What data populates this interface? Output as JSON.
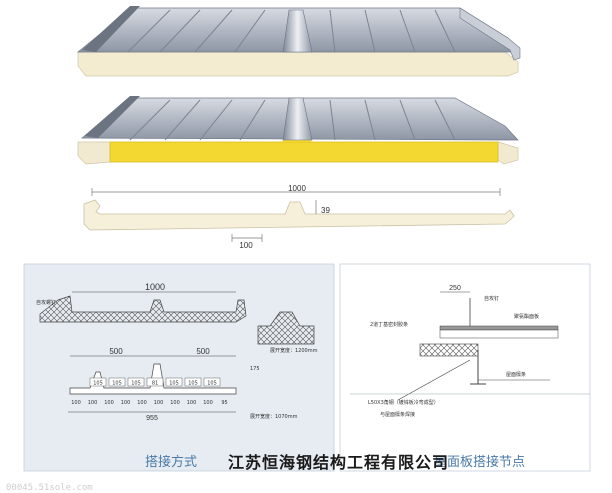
{
  "panel_views": {
    "top_panel": {
      "skin_color": "#a9b0bd",
      "core_color": "#f3ecd0"
    },
    "middle_panel": {
      "skin_color": "#a9b0bd",
      "core_color": "#f4d832",
      "edge_color": "#f1ead0"
    },
    "profile": {
      "width_label": "1000",
      "rib_height_label": "39",
      "pitch_label": "100"
    }
  },
  "left_drawing": {
    "overall_label": "1000",
    "tag_top_left": "自攻螺钉",
    "width_a": "500",
    "width_b": "500",
    "note_top": "展开宽度：1200mm",
    "side_label": "175",
    "rib_spacings": [
      "105",
      "105",
      "105",
      "81",
      "105",
      "105",
      "105"
    ],
    "bottom_spacings": [
      "100",
      "100",
      "100",
      "100",
      "100",
      "100",
      "100",
      "100",
      "100",
      "95"
    ],
    "total_label": "955",
    "note_bottom": "展开宽度：1070mm",
    "caption": "搭接方式"
  },
  "right_drawing": {
    "dim_label": "250",
    "label_screw": "自攻钉",
    "label_panel": "聚氨酯面板",
    "label_washer": "2道丁基密封胶条",
    "label_purlin": "屋面檩条",
    "label_angle": "L50X3角钢（镀锌板冷弯成型）",
    "label_weld": "与屋面檩条焊接",
    "caption": "屋面板搭接节点"
  },
  "watermark": {
    "company": "江苏恒海钢结构工程有限公司",
    "url": "00045.51sole.com"
  },
  "colors": {
    "panel_bg": "#e6ecf2",
    "caption": "#4a7aa8",
    "line": "#333333"
  }
}
